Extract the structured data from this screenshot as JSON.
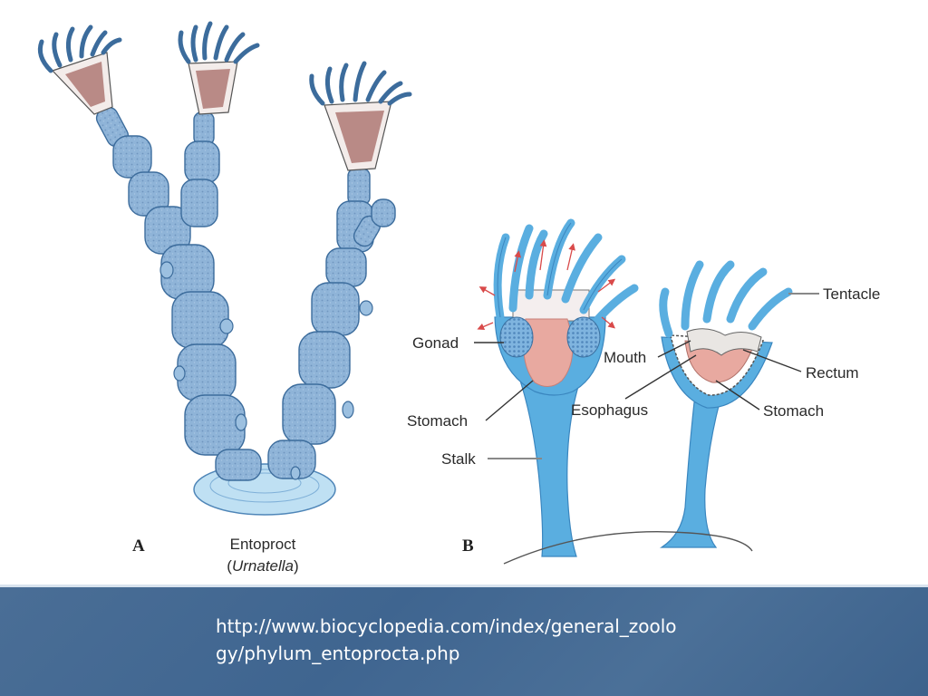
{
  "labels": {
    "panel_a": "A",
    "panel_b": "B",
    "entoproct_title": "Entoproct",
    "entoproct_genus_open": "(",
    "entoproct_genus": "Urnatella",
    "entoproct_genus_close": ")",
    "gonad": "Gonad",
    "stomach_left": "Stomach",
    "stalk": "Stalk",
    "mouth": "Mouth",
    "esophagus": "Esophagus",
    "tentacle": "Tentacle",
    "rectum": "Rectum",
    "stomach_right": "Stomach"
  },
  "footer": {
    "url": "http://www.biocyclopedia.com/index/general_zoology/phylum_entoprocta.php"
  },
  "colors": {
    "body_blue": "#8fb4d8",
    "stalk_blue": "#5aaee0",
    "gut_pink": "#e8a9a0",
    "footer_blue": "#46698f"
  }
}
